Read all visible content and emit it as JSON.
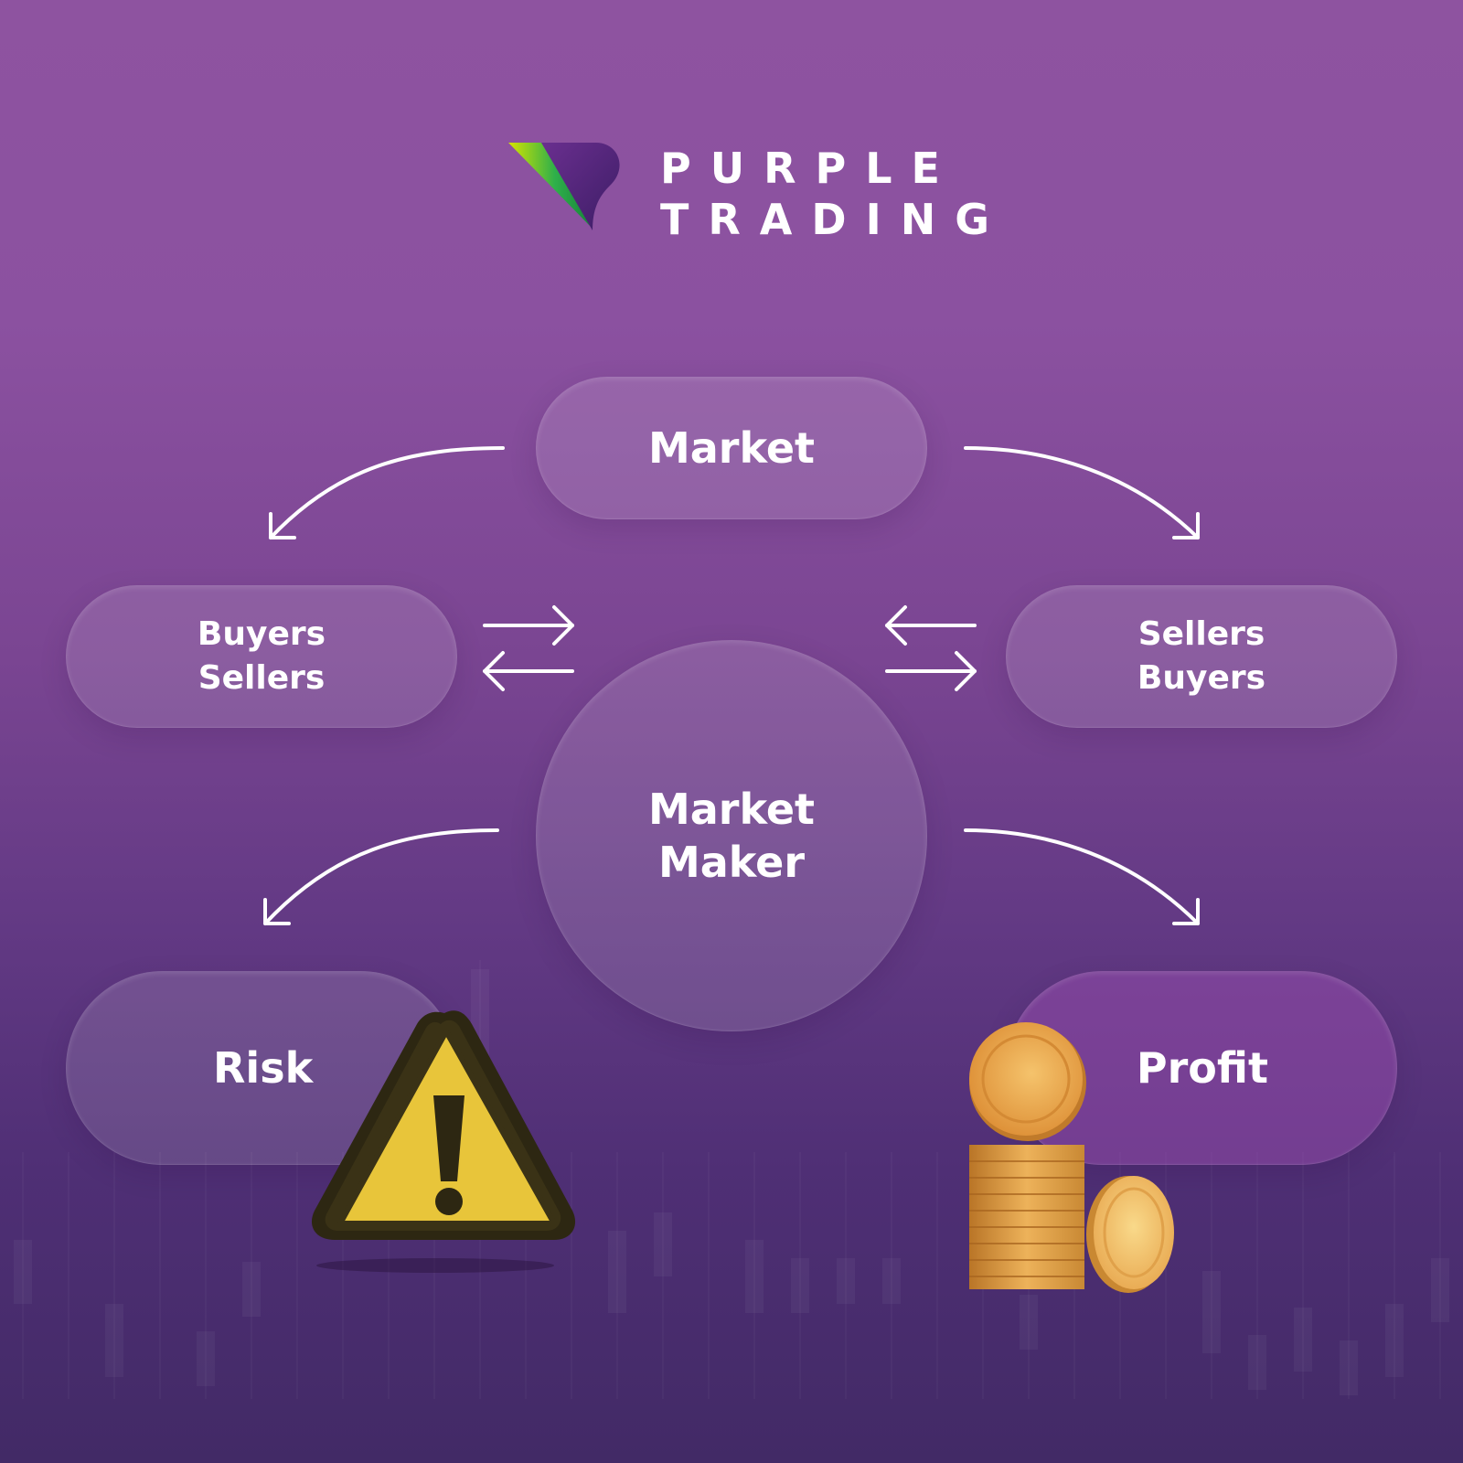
{
  "brand": {
    "line1": "PURPLE",
    "line2": "TRADING",
    "colors": {
      "green": "#2eb34a",
      "lime": "#c8e000",
      "purple": "#5c2d8a"
    }
  },
  "nodes": {
    "market": "Market",
    "left_line1": "Buyers",
    "left_line2": "Sellers",
    "right_line1": "Sellers",
    "right_line2": "Buyers",
    "center_line1": "Market",
    "center_line2": "Maker",
    "risk": "Risk",
    "profit": "Profit"
  },
  "icons": {
    "warning": "warning-triangle-icon",
    "coins": "gold-coins-icon"
  },
  "colors": {
    "background_top": "#8e53a0",
    "background_bottom": "#422a66",
    "text": "#ffffff",
    "warning_yellow": "#e8c53a",
    "coin_gold": "#e7a550"
  }
}
